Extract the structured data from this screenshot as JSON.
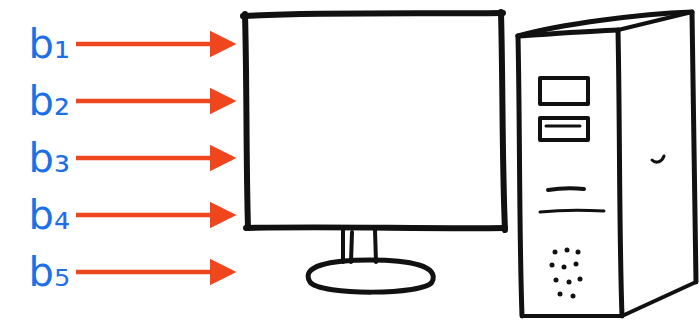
{
  "diagram": {
    "labels": [
      "b₁",
      "b₂",
      "b₃",
      "b₄",
      "b₅"
    ]
  }
}
